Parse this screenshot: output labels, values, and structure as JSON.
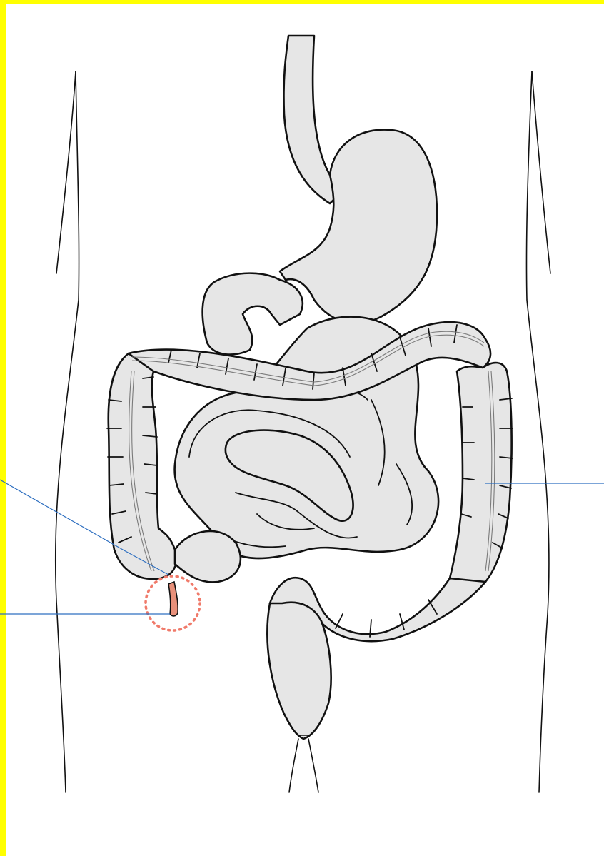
{
  "figure": {
    "subject": "digestive-tract-anatomy",
    "labels_present": false
  },
  "colors": {
    "border": "#ffff00",
    "organ_fill": "#e6e6e6",
    "outline": "#111111",
    "leader_line": "#2e6fc0",
    "appendix_fill": "#e8907a",
    "appendix_highlight": "#f07a6a"
  },
  "structures": [
    {
      "id": "esophagus",
      "icon": "esophagus-tube"
    },
    {
      "id": "stomach",
      "icon": "stomach-shape"
    },
    {
      "id": "duodenum",
      "icon": "duodenum-loop"
    },
    {
      "id": "small-intestine",
      "icon": "intestine-coils"
    },
    {
      "id": "ascending-colon",
      "icon": "haustra-segment"
    },
    {
      "id": "transverse-colon",
      "icon": "haustra-segment"
    },
    {
      "id": "descending-colon",
      "icon": "haustra-segment"
    },
    {
      "id": "sigmoid-colon",
      "icon": "sigmoid-loop"
    },
    {
      "id": "rectum",
      "icon": "rectum-pouch"
    },
    {
      "id": "appendix",
      "icon": "appendix-worm"
    },
    {
      "id": "body-outline",
      "icon": "torso-contour"
    }
  ],
  "callouts": [
    {
      "target": "cecum",
      "label": ""
    },
    {
      "target": "appendix",
      "label": ""
    },
    {
      "target": "descending-colon",
      "label": ""
    }
  ]
}
